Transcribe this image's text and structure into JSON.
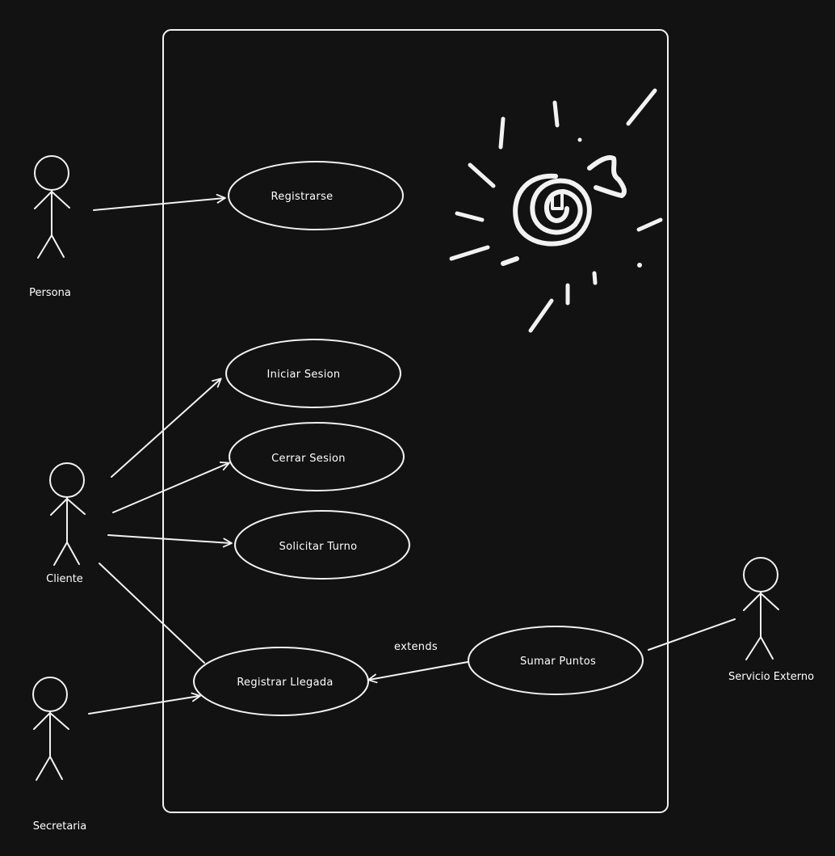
{
  "theme": {
    "background": "#121212",
    "stroke": "#f2f2f2"
  },
  "actors": {
    "persona": "Persona",
    "cliente": "Cliente",
    "secretaria": "Secretaria",
    "servicio_externo": "Servicio Externo"
  },
  "use_cases": {
    "registrarse": "Registrarse",
    "iniciar_sesion": "Iniciar Sesion",
    "cerrar_sesion": "Cerrar Sesion",
    "solicitar_turno": "Solicitar Turno",
    "registrar_llegada": "Registrar Llegada",
    "sumar_puntos": "Sumar Puntos"
  },
  "relations": {
    "extends_label": "extends"
  },
  "decoration": {
    "sun_icon": "sun-doodle-icon"
  }
}
